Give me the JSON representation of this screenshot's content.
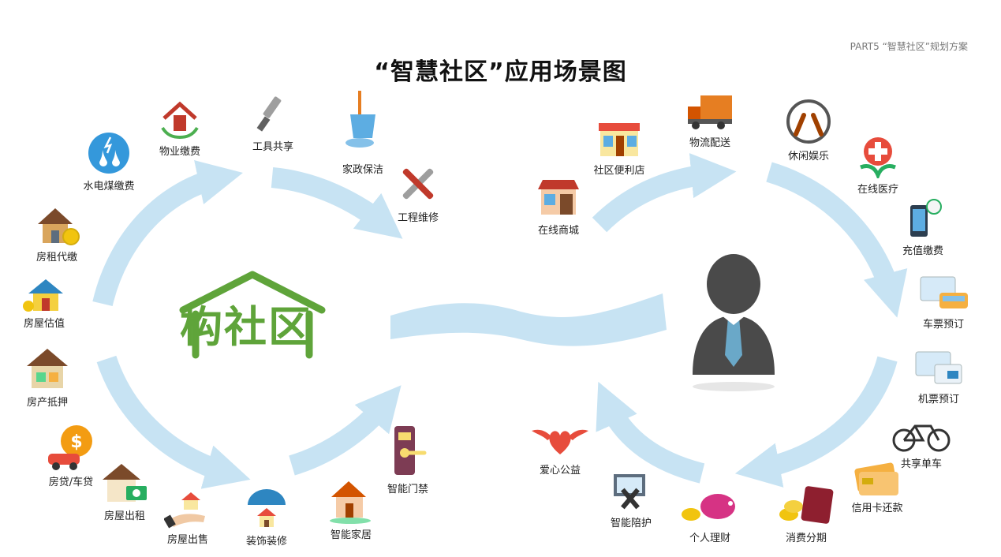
{
  "header": {
    "title": "“智慧社区”应用场景图",
    "corner": "PART5 “智慧社区”规划方案"
  },
  "logo": {
    "text": "构社区",
    "color": "#5fa43a"
  },
  "colors": {
    "arrow": "#c7e3f3",
    "green": "#5fa43a",
    "person": "#4a4a4a",
    "tie": "#6aa8c8"
  },
  "left_items": [
    {
      "label": "物业缴费",
      "icon": "property-icon"
    },
    {
      "label": "工具共享",
      "icon": "tool-icon"
    },
    {
      "label": "家政保洁",
      "icon": "mop-bucket-icon"
    },
    {
      "label": "水电煤缴费",
      "icon": "water-drop-icon"
    },
    {
      "label": "工程维修",
      "icon": "wrench-icon"
    },
    {
      "label": "房租代缴",
      "icon": "house-coin-icon"
    },
    {
      "label": "房屋估值",
      "icon": "house-icon"
    },
    {
      "label": "房产抵押",
      "icon": "house-money-icon"
    },
    {
      "label": "房贷/车贷",
      "icon": "car-loan-icon"
    },
    {
      "label": "房屋出租",
      "icon": "rent-icon"
    },
    {
      "label": "房屋出售",
      "icon": "sale-hand-icon"
    },
    {
      "label": "装饰装修",
      "icon": "umbrella-house-icon"
    },
    {
      "label": "智能家居",
      "icon": "smart-home-icon"
    },
    {
      "label": "智能门禁",
      "icon": "door-lock-icon"
    }
  ],
  "right_items": [
    {
      "label": "物流配送",
      "icon": "truck-icon"
    },
    {
      "label": "社区便利店",
      "icon": "store-icon"
    },
    {
      "label": "休闲娱乐",
      "icon": "leisure-icon"
    },
    {
      "label": "在线商城",
      "icon": "shop-icon"
    },
    {
      "label": "在线医疗",
      "icon": "medical-icon"
    },
    {
      "label": "充值缴费",
      "icon": "phone-icon"
    },
    {
      "label": "车票预订",
      "icon": "bus-ticket-icon"
    },
    {
      "label": "机票预订",
      "icon": "plane-ticket-icon"
    },
    {
      "label": "共享单车",
      "icon": "bike-icon"
    },
    {
      "label": "信用卡还款",
      "icon": "credit-card-icon"
    },
    {
      "label": "爱心公益",
      "icon": "heart-icon"
    },
    {
      "label": "智能陪护",
      "icon": "care-icon"
    },
    {
      "label": "个人理财",
      "icon": "piggy-bank-icon"
    },
    {
      "label": "消费分期",
      "icon": "wallet-icon"
    }
  ]
}
